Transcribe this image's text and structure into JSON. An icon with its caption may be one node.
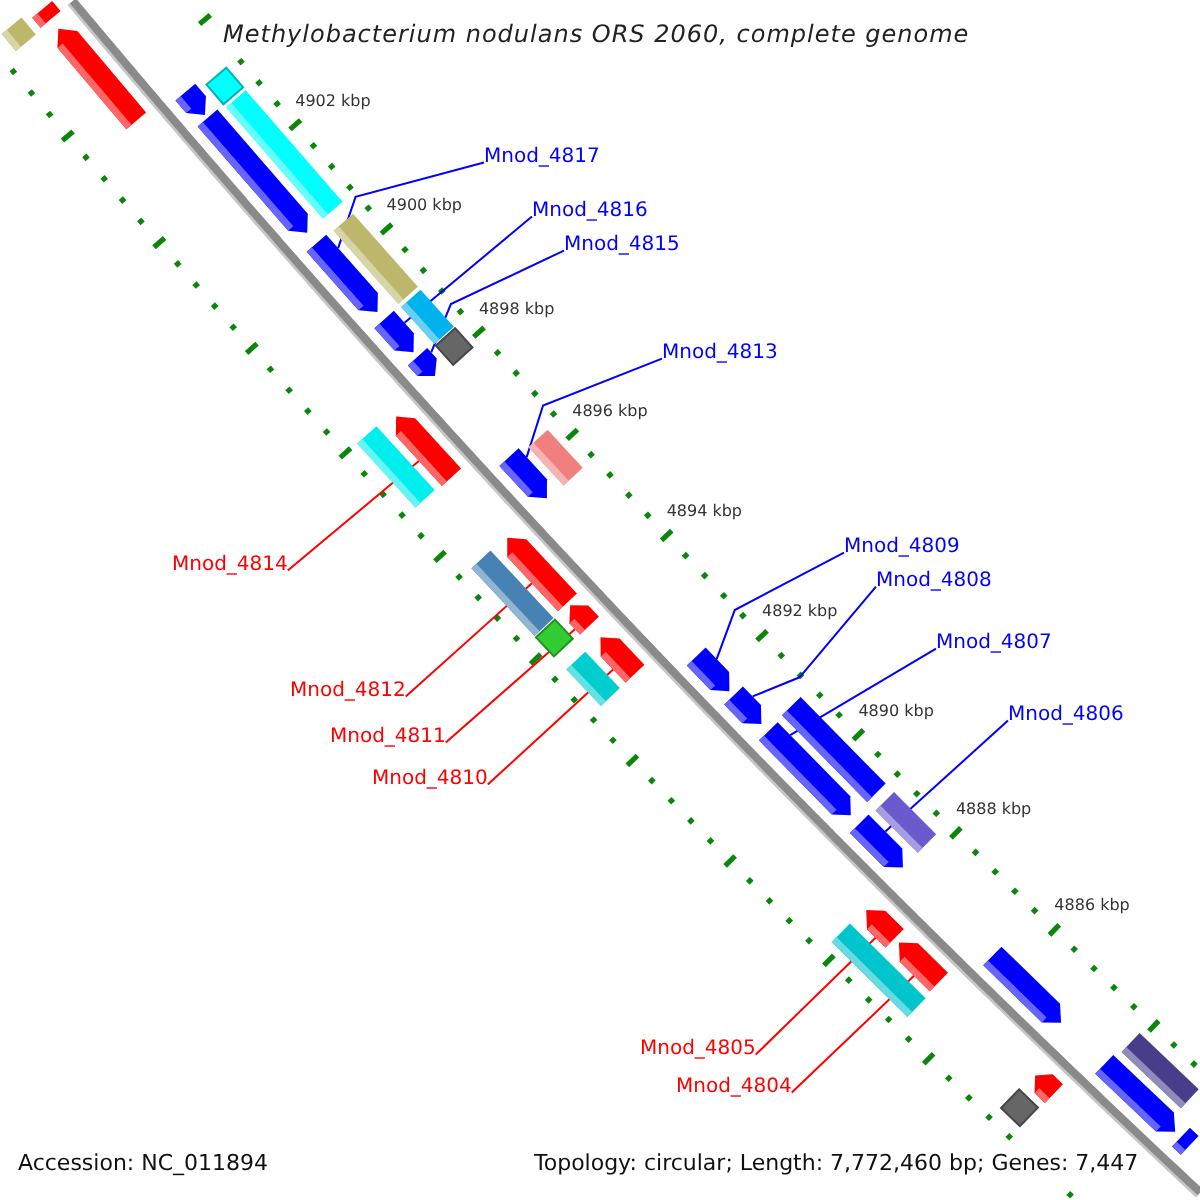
{
  "diagram": {
    "title": "Methylobacterium nodulans ORS 2060, complete genome",
    "nodes": [
      {
        "text": [
          "Mnod_4817"
        ]
      },
      {
        "text": [
          "Mnod_4816"
        ]
      },
      {
        "text": [
          "Mnod_4815"
        ]
      },
      {
        "text": [
          "Mnod_4813"
        ]
      },
      {
        "text": [
          "Mnod_4809"
        ]
      },
      {
        "text": [
          "Mnod_4814"
        ]
      },
      {
        "text": [
          "Mnod_4808"
        ]
      },
      {
        "text": [
          "Mnod_4807"
        ]
      },
      {
        "text": [
          "Mnod_4812"
        ]
      },
      {
        "text": [
          "Mnod_4806"
        ]
      },
      {
        "text": [
          "Mnod_4811"
        ]
      },
      {
        "text": [
          "Mnod_4810"
        ]
      },
      {
        "text": [
          "Mnod_4805"
        ]
      },
      {
        "text": [
          "Mnod_4804"
        ]
      },
      {
        "text": [],
        "shape": "box"
      },
      {
        "text": [],
        "shape": "box"
      },
      {
        "text": [],
        "shape": "pentagon"
      },
      {
        "text": [],
        "shape": "pentagon"
      },
      {
        "text": [],
        "shape": "diamond"
      },
      {
        "text": [],
        "shape": "pentagon"
      },
      {
        "text": [],
        "shape": "box"
      },
      {
        "text": [],
        "shape": "pentagon"
      },
      {
        "text": [],
        "shape": "box"
      },
      {
        "text": [],
        "shape": "pentagon"
      },
      {
        "text": [],
        "shape": "box"
      },
      {
        "text": [],
        "shape": "pentagon"
      },
      {
        "text": [],
        "shape": "diamond"
      },
      {
        "text": [],
        "shape": "box"
      },
      {
        "text": [],
        "shape": "pentagon"
      },
      {
        "text": [],
        "shape": "pentagon"
      },
      {
        "text": [],
        "shape": "box"
      },
      {
        "text": [],
        "shape": "box"
      },
      {
        "text": [],
        "shape": "pentagon"
      },
      {
        "text": [],
        "shape": "diamond"
      },
      {
        "text": [],
        "shape": "pentagon"
      },
      {
        "text": [],
        "shape": "box"
      },
      {
        "text": [],
        "shape": "pentagon"
      },
      {
        "text": [],
        "shape": "pentagon"
      },
      {
        "text": [],
        "shape": "pentagon"
      },
      {
        "text": [],
        "shape": "box"
      },
      {
        "text": [],
        "shape": "pentagon"
      },
      {
        "text": [],
        "shape": "pentagon"
      },
      {
        "text": [],
        "shape": "box"
      },
      {
        "text": [],
        "shape": "box"
      },
      {
        "text": [],
        "shape": "pentagon"
      },
      {
        "text": [],
        "shape": "pentagon"
      },
      {
        "text": [],
        "shape": "pentagon"
      },
      {
        "text": [],
        "shape": "diamond"
      },
      {
        "text": [],
        "shape": "pentagon"
      },
      {
        "text": [],
        "shape": "pentagon"
      },
      {
        "text": [],
        "shape": "box"
      },
      {
        "text": [],
        "shape": "box"
      }
    ],
    "edges": [
      {
        "from": 0,
        "to": 21,
        "arrow": "none"
      },
      {
        "from": 1,
        "to": 23,
        "arrow": "none"
      },
      {
        "from": 2,
        "to": 25,
        "arrow": "none"
      },
      {
        "from": 3,
        "to": 29,
        "arrow": "none"
      },
      {
        "from": 4,
        "to": 37,
        "arrow": "none"
      },
      {
        "from": 5,
        "to": 28,
        "arrow": "none",
        "color": "#ff0000"
      },
      {
        "from": 6,
        "to": 38,
        "arrow": "none"
      },
      {
        "from": 7,
        "to": 40,
        "arrow": "none"
      },
      {
        "from": 8,
        "to": 32,
        "arrow": "none",
        "color": "#ff0000"
      },
      {
        "from": 9,
        "to": 41,
        "arrow": "none"
      },
      {
        "from": 10,
        "to": 34,
        "arrow": "none",
        "color": "#ff0000"
      },
      {
        "from": 11,
        "to": 36,
        "arrow": "none",
        "color": "#ff0000"
      },
      {
        "from": 12,
        "to": 44,
        "arrow": "none",
        "color": "#ff0000"
      },
      {
        "from": 13,
        "to": 45,
        "arrow": "none",
        "color": "#ff0000"
      }
    ],
    "labels": [
      "4902 kbp",
      "4900 kbp",
      "4898 kbp",
      "4896 kbp",
      "4894 kbp",
      "4892 kbp",
      "4890 kbp",
      "4888 kbp",
      "4886 kbp",
      "Accession: NC_011894",
      "Topology: circular; Length: 7,772,460 bp; Genes: 7,447"
    ]
  }
}
